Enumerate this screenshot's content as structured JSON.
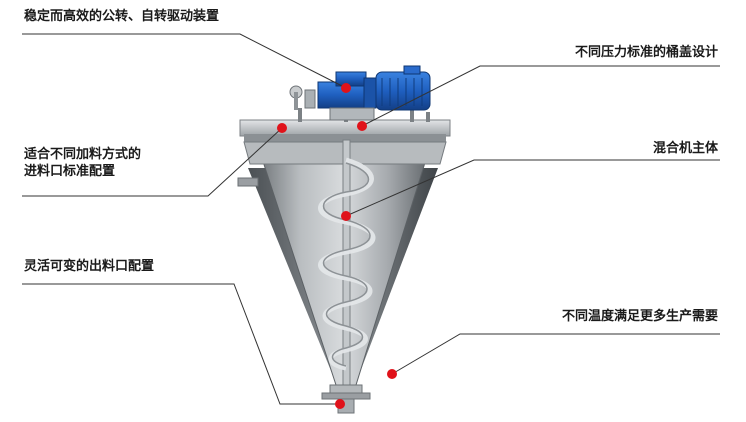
{
  "labels": {
    "drive": "稳定而高效的公转、自转驱动装置",
    "cover": "不同压力标准的桶盖设计",
    "inlet_line1": "适合不同加料方式的",
    "inlet_line2": "进料口标准配置",
    "body": "混合机主体",
    "outlet": "灵活可变的出料口配置",
    "temperature": "不同温度满足更多生产需要"
  },
  "colors": {
    "callout_dot": "#e0121a",
    "motor_blue": "#1f5fbf",
    "steel": "#a9adb1",
    "line": "#333333"
  }
}
